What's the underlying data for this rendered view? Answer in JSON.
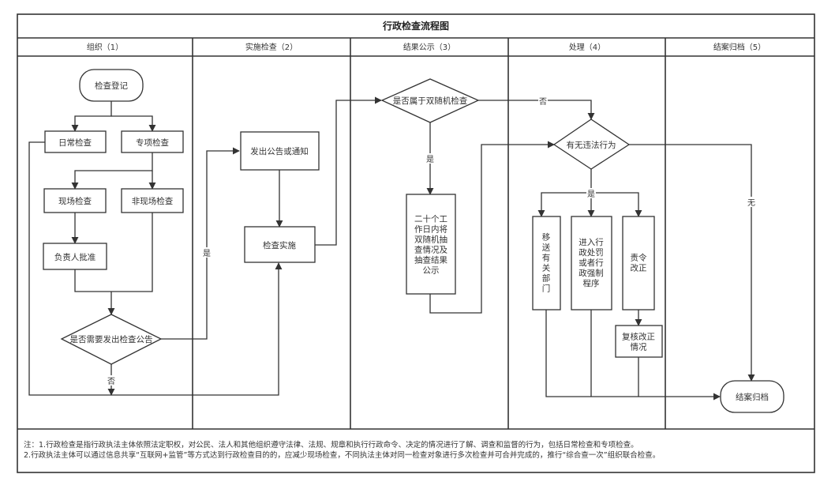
{
  "title": "行政检查流程图",
  "lanes": [
    {
      "id": "lane1",
      "label": "组织（1）"
    },
    {
      "id": "lane2",
      "label": "实施检查（2）"
    },
    {
      "id": "lane3",
      "label": "结果公示（3）"
    },
    {
      "id": "lane4",
      "label": "处理（4）"
    },
    {
      "id": "lane5",
      "label": "结案归档（5）"
    }
  ],
  "nodes": {
    "start": {
      "shape": "terminator",
      "lines": [
        "检查登记"
      ]
    },
    "routine": {
      "shape": "process",
      "lines": [
        "日常检查"
      ]
    },
    "special": {
      "shape": "process",
      "lines": [
        "专项检查"
      ]
    },
    "onsite": {
      "shape": "process",
      "lines": [
        "现场检查"
      ]
    },
    "offsite": {
      "shape": "process",
      "lines": [
        "非现场检查"
      ]
    },
    "approve": {
      "shape": "process",
      "lines": [
        "负责人批准"
      ]
    },
    "need_notice": {
      "shape": "decision",
      "lines": [
        "是否需要发出检查公告"
      ]
    },
    "issue_notice": {
      "shape": "process",
      "lines": [
        "发出公告或通知"
      ]
    },
    "implement": {
      "shape": "process",
      "lines": [
        "检查实施"
      ]
    },
    "double_random": {
      "shape": "decision",
      "lines": [
        "是否属于双随机检查"
      ]
    },
    "publicize": {
      "shape": "process",
      "lines": [
        "二十个工",
        "作日内将",
        "双随机抽",
        "查情况及",
        "抽查结果",
        "公示"
      ]
    },
    "violation": {
      "shape": "decision",
      "lines": [
        "有无违法行为"
      ]
    },
    "transfer": {
      "shape": "process",
      "lines": [
        "移",
        "送",
        "有",
        "关",
        "部",
        "门"
      ]
    },
    "penalty": {
      "shape": "process",
      "lines": [
        "进入行",
        "政处罚",
        "或者行",
        "政强制",
        "程序"
      ]
    },
    "rectify": {
      "shape": "process",
      "lines": [
        "责令",
        "改正"
      ]
    },
    "review": {
      "shape": "process",
      "lines": [
        "复核改正",
        "情况"
      ]
    },
    "archive": {
      "shape": "terminator",
      "lines": [
        "结案归档"
      ]
    }
  },
  "edge_labels": {
    "notice_yes": "是",
    "notice_no": "否",
    "random_yes": "是",
    "random_no": "否",
    "violation_yes": "是",
    "violation_none": "无"
  },
  "notes": [
    "注：1.行政检查是指行政执法主体依照法定职权，对公民、法人和其他组织遵守法律、法规、规章和执行行政命令、决定的情况进行了解、调查和监督的行为，包括日常检查和专项检查。",
    "2.行政执法主体可以通过信息共享“互联网+监管”等方式达到行政检查目的的，应减少现场检查，不同执法主体对同一检查对象进行多次检查并可合并完成的，推行“综合查一次”组织联合检查。"
  ]
}
